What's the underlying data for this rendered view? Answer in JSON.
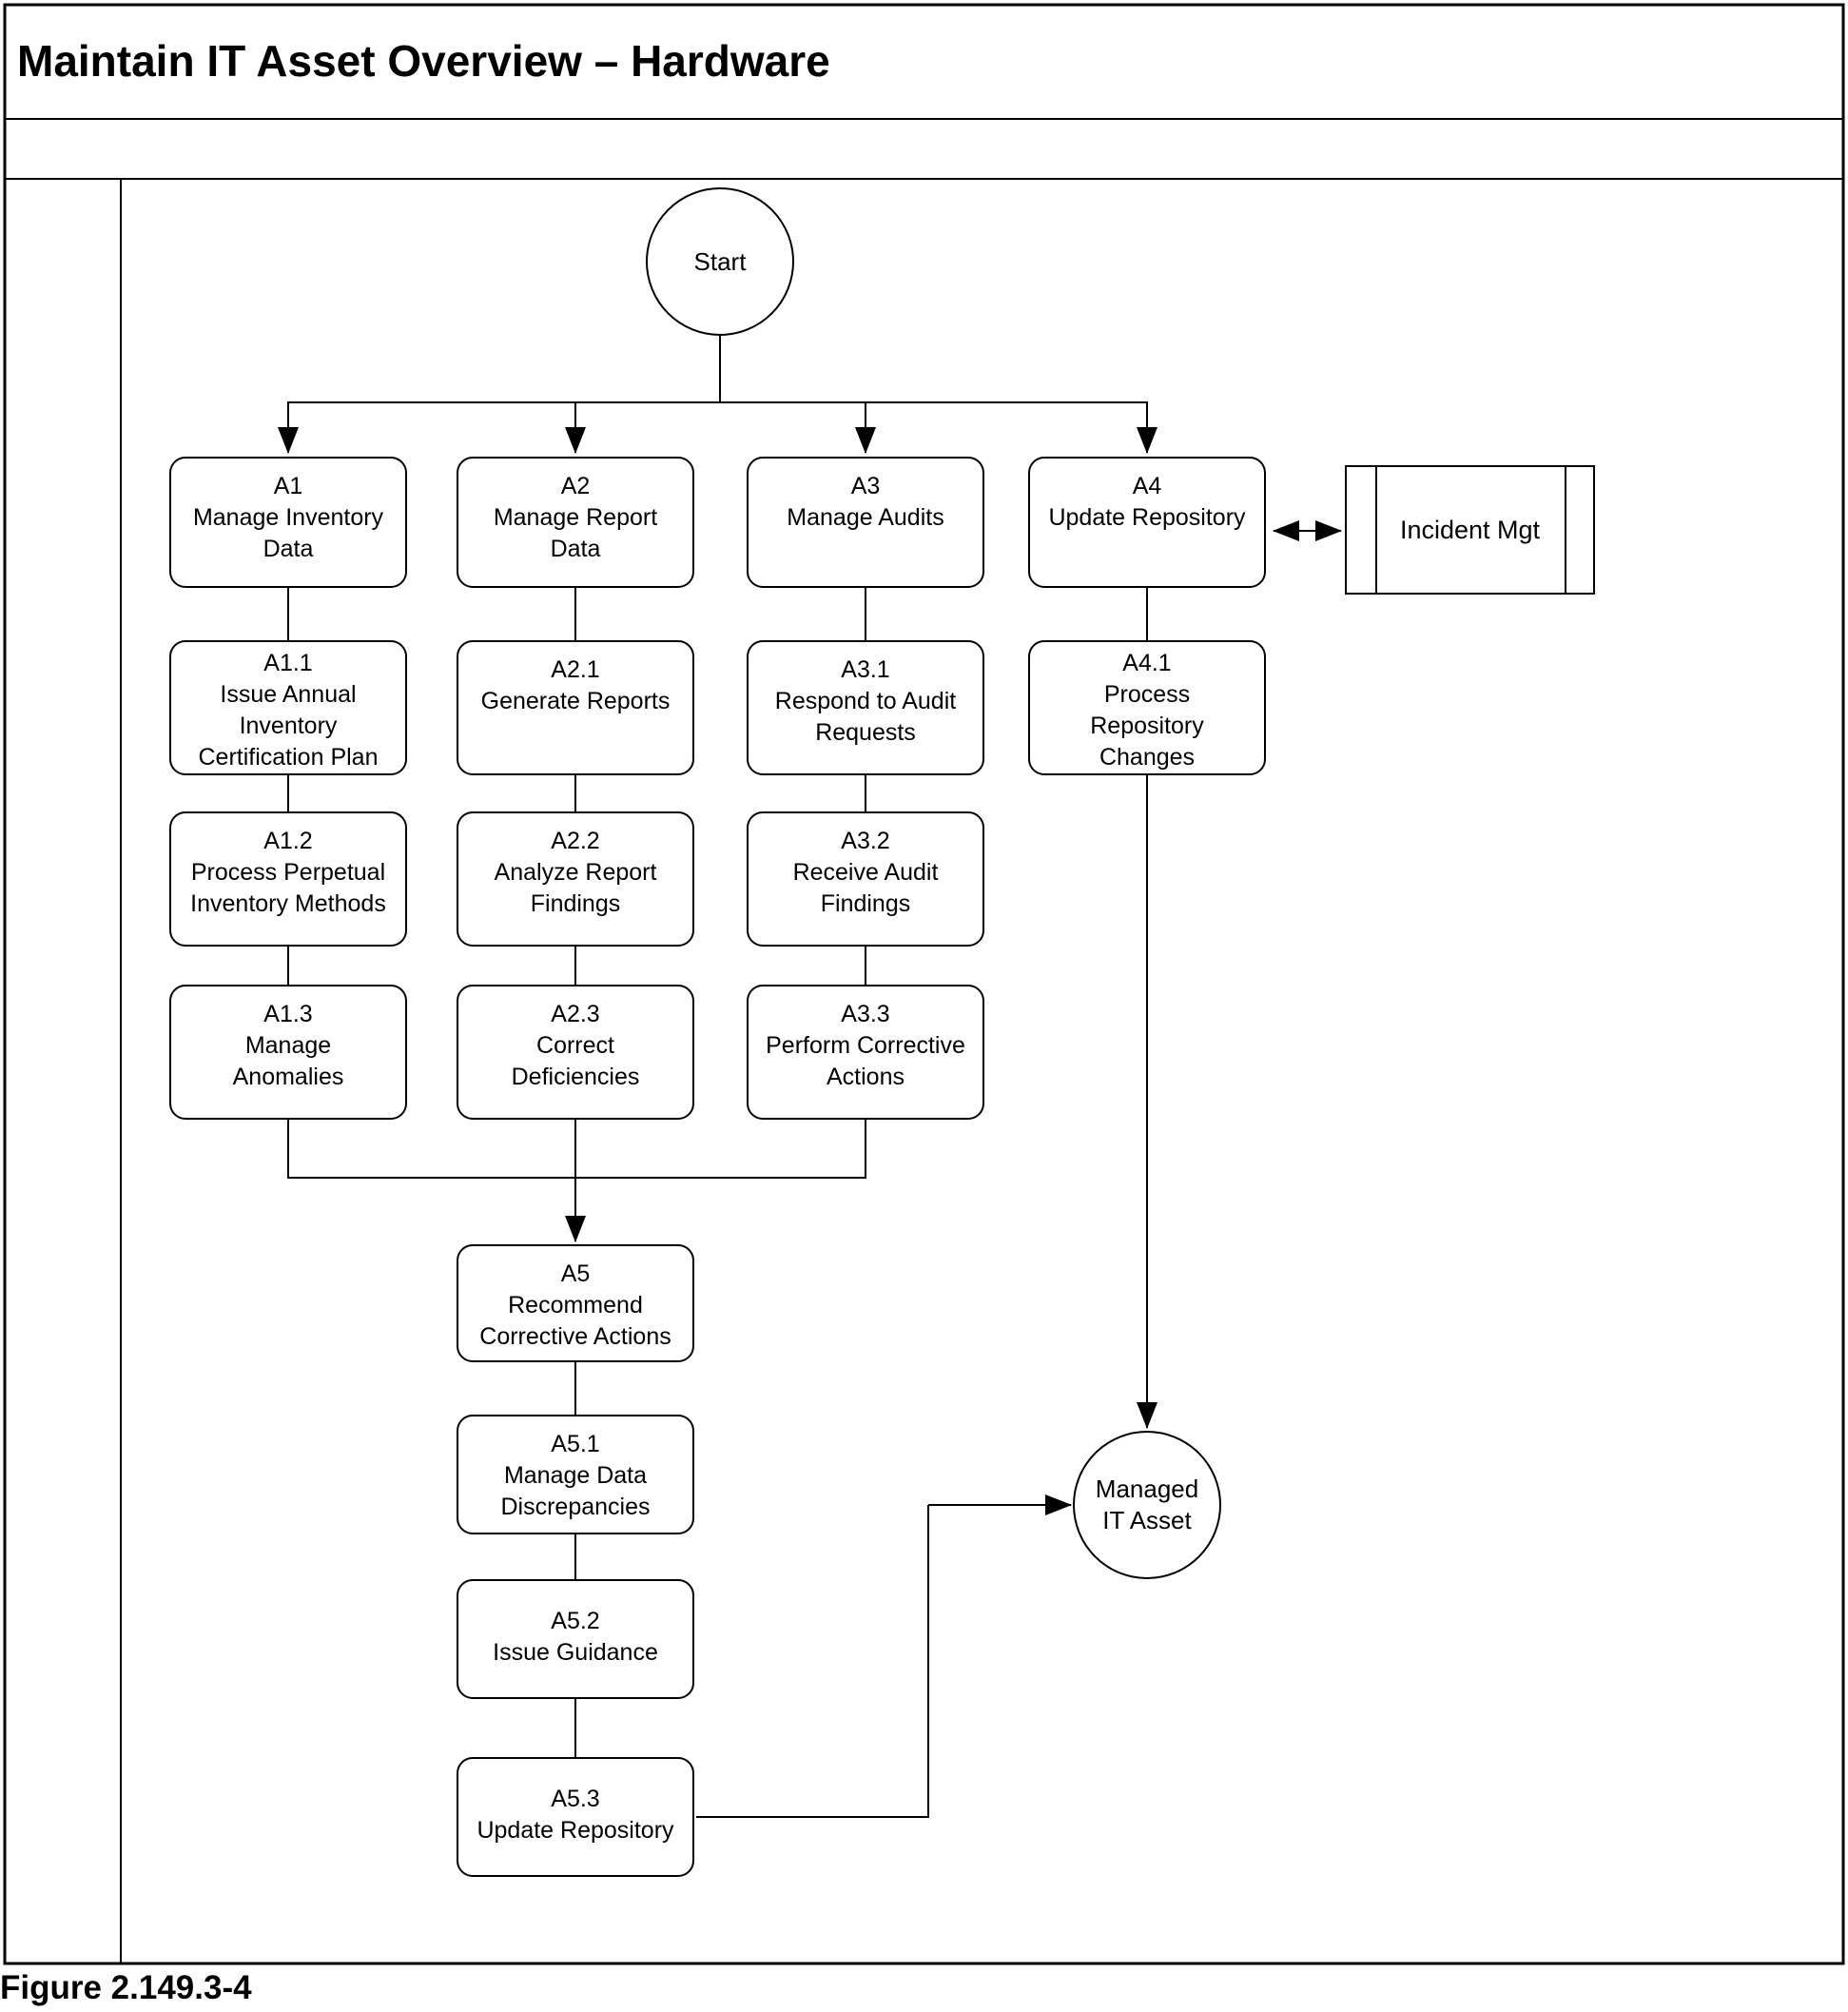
{
  "title": "Maintain IT Asset Overview – Hardware",
  "figure_caption": "Figure 2.149.3-4",
  "colors": {
    "ink": "#000000",
    "paper": "#ffffff"
  },
  "start": {
    "label": "Start"
  },
  "end": {
    "label": "Managed\nIT Asset"
  },
  "external": {
    "label": "Incident Mgt"
  },
  "nodes": {
    "a1": {
      "id": "A1",
      "label": "Manage Inventory\nData"
    },
    "a2": {
      "id": "A2",
      "label": "Manage Report\nData"
    },
    "a3": {
      "id": "A3",
      "label": "Manage Audits"
    },
    "a4": {
      "id": "A4",
      "label": "Update Repository"
    },
    "a1_1": {
      "id": "A1.1",
      "label": "Issue Annual\nInventory\nCertification Plan"
    },
    "a2_1": {
      "id": "A2.1",
      "label": "Generate Reports"
    },
    "a3_1": {
      "id": "A3.1",
      "label": "Respond to Audit\nRequests"
    },
    "a4_1": {
      "id": "A4.1",
      "label": "Process\nRepository\nChanges"
    },
    "a1_2": {
      "id": "A1.2",
      "label": "Process Perpetual\nInventory Methods"
    },
    "a2_2": {
      "id": "A2.2",
      "label": "Analyze Report\nFindings"
    },
    "a3_2": {
      "id": "A3.2",
      "label": "Receive Audit\nFindings"
    },
    "a1_3": {
      "id": "A1.3",
      "label": "Manage\nAnomalies"
    },
    "a2_3": {
      "id": "A2.3",
      "label": "Correct\nDeficiencies"
    },
    "a3_3": {
      "id": "A3.3",
      "label": "Perform Corrective\nActions"
    },
    "a5": {
      "id": "A5",
      "label": "Recommend\nCorrective Actions"
    },
    "a5_1": {
      "id": "A5.1",
      "label": "Manage Data\nDiscrepancies"
    },
    "a5_2": {
      "id": "A5.2",
      "label": "Issue Guidance"
    },
    "a5_3": {
      "id": "A5.3",
      "label": "Update Repository"
    }
  },
  "edges": [
    {
      "from": "Start",
      "to": "A1",
      "arrow": "end"
    },
    {
      "from": "Start",
      "to": "A2",
      "arrow": "end"
    },
    {
      "from": "Start",
      "to": "A3",
      "arrow": "end"
    },
    {
      "from": "Start",
      "to": "A4",
      "arrow": "end"
    },
    {
      "from": "A4",
      "to": "Incident Mgt",
      "arrow": "both"
    },
    {
      "from": "A1",
      "to": "A1.1",
      "arrow": "none"
    },
    {
      "from": "A1.1",
      "to": "A1.2",
      "arrow": "none"
    },
    {
      "from": "A1.2",
      "to": "A1.3",
      "arrow": "none"
    },
    {
      "from": "A2",
      "to": "A2.1",
      "arrow": "none"
    },
    {
      "from": "A2.1",
      "to": "A2.2",
      "arrow": "none"
    },
    {
      "from": "A2.2",
      "to": "A2.3",
      "arrow": "none"
    },
    {
      "from": "A3",
      "to": "A3.1",
      "arrow": "none"
    },
    {
      "from": "A3.1",
      "to": "A3.2",
      "arrow": "none"
    },
    {
      "from": "A3.2",
      "to": "A3.3",
      "arrow": "none"
    },
    {
      "from": "A4",
      "to": "A4.1",
      "arrow": "none"
    },
    {
      "from": "A1.3",
      "to": "A5",
      "arrow": "end"
    },
    {
      "from": "A2.3",
      "to": "A5",
      "arrow": "end"
    },
    {
      "from": "A3.3",
      "to": "A5",
      "arrow": "end"
    },
    {
      "from": "A4.1",
      "to": "Managed IT Asset",
      "arrow": "end"
    },
    {
      "from": "A5",
      "to": "A5.1",
      "arrow": "none"
    },
    {
      "from": "A5.1",
      "to": "A5.2",
      "arrow": "none"
    },
    {
      "from": "A5.2",
      "to": "A5.3",
      "arrow": "none"
    },
    {
      "from": "A5.3",
      "to": "Managed IT Asset",
      "arrow": "end"
    }
  ]
}
